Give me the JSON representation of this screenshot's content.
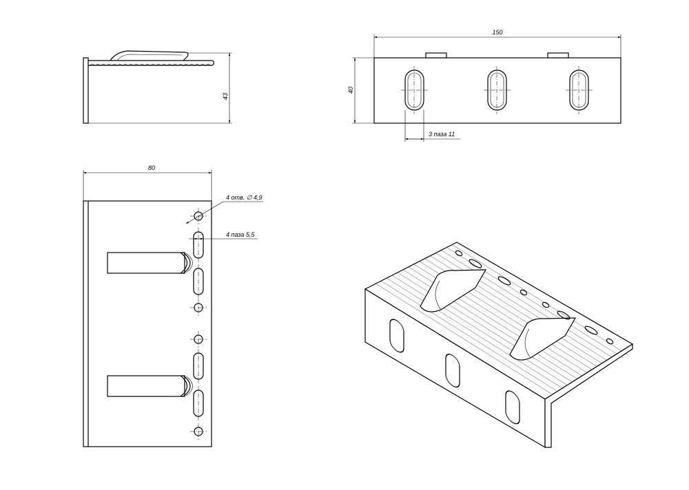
{
  "dimensions": {
    "side_height": "43",
    "front_width": "150",
    "front_height": "40",
    "slot_note_front": "3 паза 11",
    "plan_width": "80",
    "holes_note": "4 отв. ∅ 4,9",
    "slots_note_plan": "4 паза 5,5"
  },
  "icons": {
    "arrow": "arrowhead-icon",
    "slot": "oblong-slot-icon",
    "hole": "round-hole-icon"
  },
  "colors": {
    "line": "#000000",
    "background": "#ffffff"
  }
}
